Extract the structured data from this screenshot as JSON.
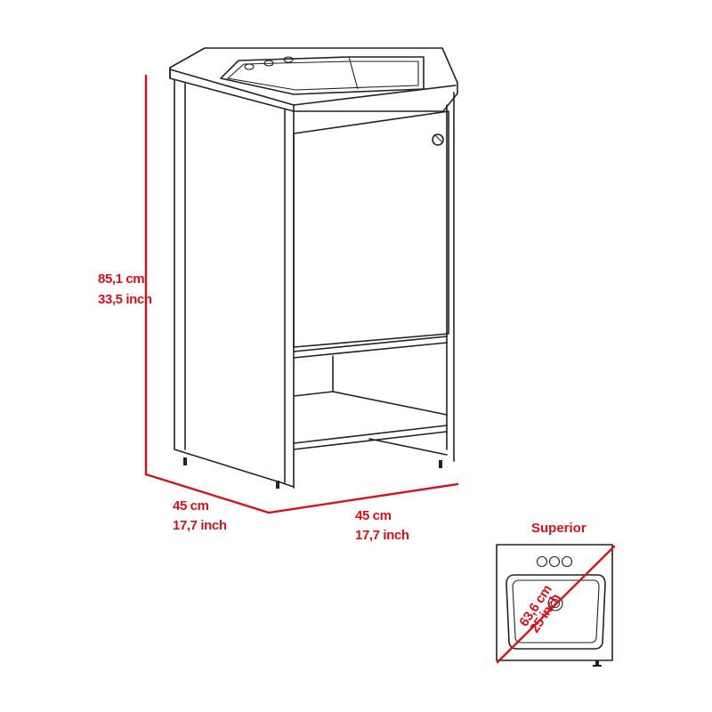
{
  "dimensions": {
    "height_cm": "85,1 cm",
    "height_inch": "33,5 inch",
    "depth_cm": "45 cm",
    "depth_inch": "17,7 inch",
    "width_cm": "45 cm",
    "width_inch": "17,7 inch"
  },
  "top_view": {
    "title": "Superior",
    "diagonal_cm": "63,6 cm",
    "diagonal_inch": "25 inch"
  },
  "colors": {
    "dimension_red": "#d8101c",
    "outline": "#222222"
  }
}
